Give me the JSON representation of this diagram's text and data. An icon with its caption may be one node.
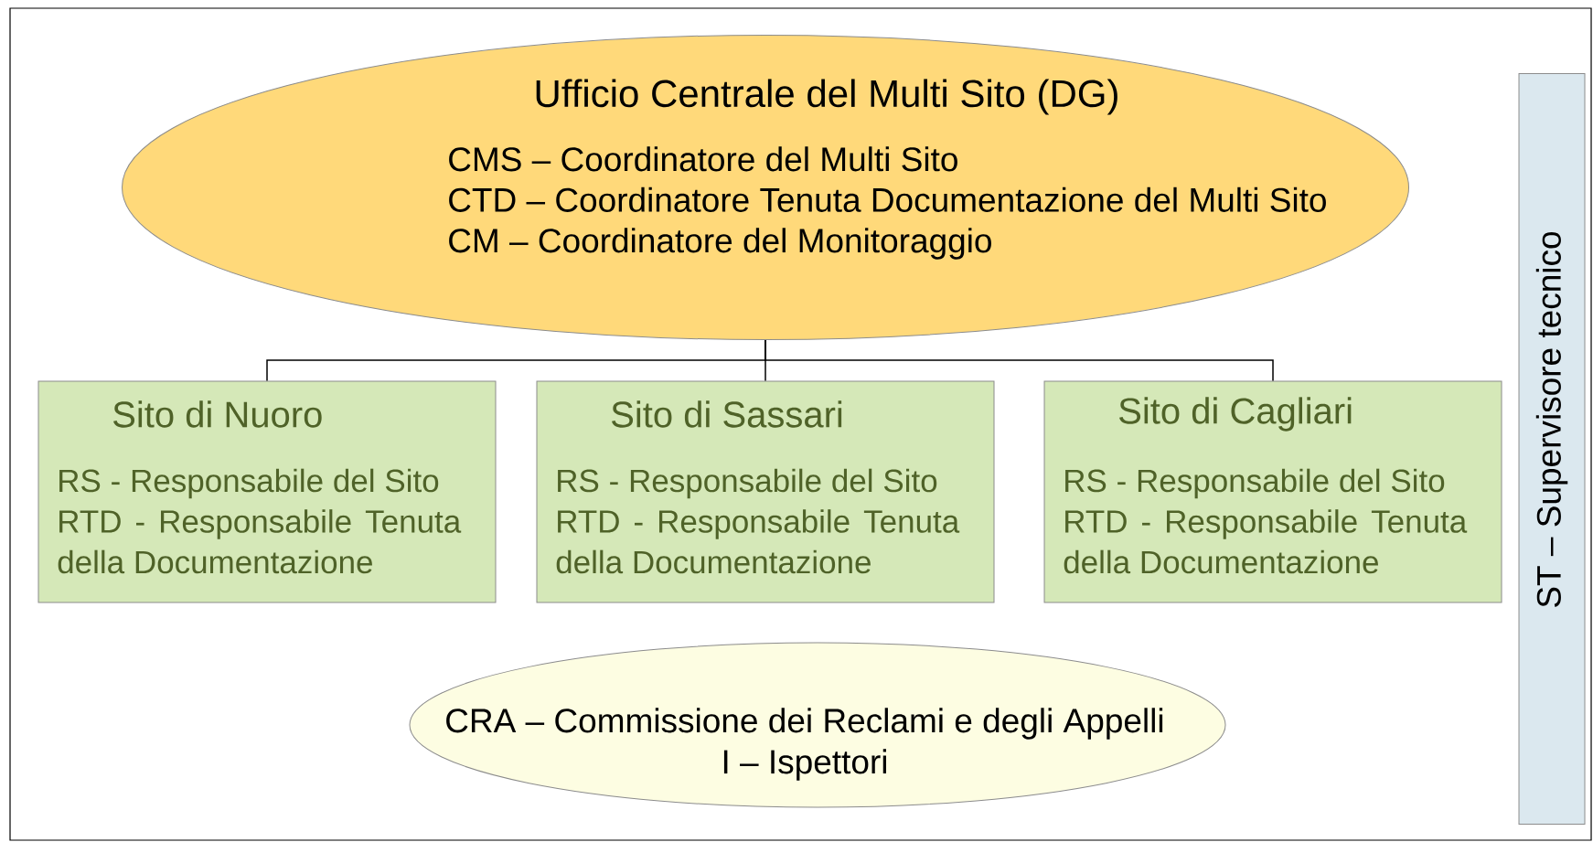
{
  "diagram": {
    "nodes": [
      {
        "text": [
          "Ufficio Centrale del Multi Sito (DG)",
          "CMS – Coordinatore del Multi Sito",
          "CTD – Coordinatore Tenuta Documentazione del Multi Sito",
          "CM – Coordinatore del Monitoraggio"
        ]
      },
      {
        "text": [
          "Sito di Nuoro",
          "RS - Responsabile del Sito",
          "RTD - Responsabile Tenuta della Documentazione"
        ]
      },
      {
        "text": [
          "Sito di Sassari",
          "RS - Responsabile del Sito",
          "RTD - Responsabile Tenuta della Documentazione"
        ]
      },
      {
        "text": [
          "Sito di Cagliari",
          "RS - Responsabile del Sito",
          "RTD - Responsabile Tenuta della Documentazione"
        ]
      },
      {
        "text": [
          "CRA – Commissione dei Reclami e degli Appelli",
          "I – Ispettori"
        ]
      },
      {
        "text": [
          "ST – Supervisore tecnico"
        ]
      }
    ],
    "edges": [
      {
        "from": 0,
        "to": 1,
        "arrow": "none"
      },
      {
        "from": 0,
        "to": 2,
        "arrow": "none"
      },
      {
        "from": 0,
        "to": 3,
        "arrow": "none"
      }
    ]
  }
}
